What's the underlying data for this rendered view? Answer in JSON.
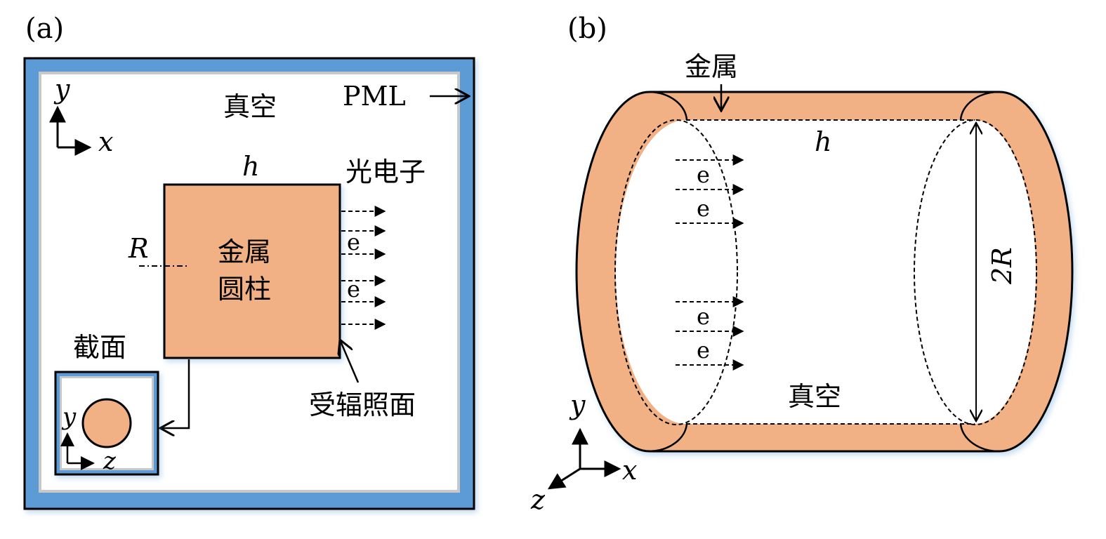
{
  "colors": {
    "pml_blue": "#5b9bd5",
    "inner_gray": "#c8c8c8",
    "metal_orange": "#f2b085",
    "stroke": "#000000",
    "background": "#ffffff"
  },
  "panel_a": {
    "label": "(a)",
    "vacuum_label": "真空",
    "pml_label": "PML",
    "axis_y": "y",
    "axis_x": "x",
    "length_label": "h",
    "radius_label": "R",
    "photoelectron_label": "光电子",
    "cylinder_label_line1": "金属",
    "cylinder_label_line2": "圆柱",
    "electron_labels": [
      "e",
      "e"
    ],
    "cross_section_label": "截面",
    "irradiated_surface_label": "受辐照面",
    "inset": {
      "axis_y": "y",
      "axis_z": "z"
    }
  },
  "panel_b": {
    "label": "(b)",
    "metal_label": "金属",
    "length_label": "h",
    "diameter_label": "2R",
    "vacuum_label": "真空",
    "electron_labels": [
      "e",
      "e",
      "e",
      "e"
    ],
    "axis_y": "y",
    "axis_x": "x",
    "axis_z": "z"
  }
}
